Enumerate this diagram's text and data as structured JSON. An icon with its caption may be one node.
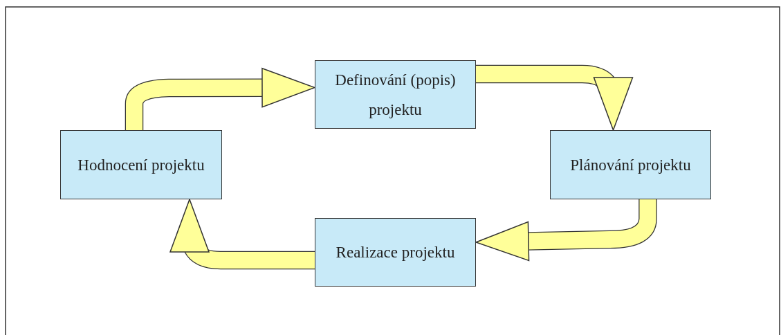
{
  "diagram": {
    "nodes": [
      {
        "text": [
          "Definování (popis) projektu"
        ]
      },
      {
        "text": [
          "Plánování projektu"
        ]
      },
      {
        "text": [
          "Realizace projektu"
        ]
      },
      {
        "text": [
          "Hodnocení projektu"
        ]
      }
    ],
    "edges": [
      {
        "from": 3,
        "to": 0,
        "arrow": "to"
      },
      {
        "from": 0,
        "to": 1,
        "arrow": "to"
      },
      {
        "from": 1,
        "to": 2,
        "arrow": "to"
      },
      {
        "from": 2,
        "to": 3,
        "arrow": "to"
      }
    ]
  }
}
